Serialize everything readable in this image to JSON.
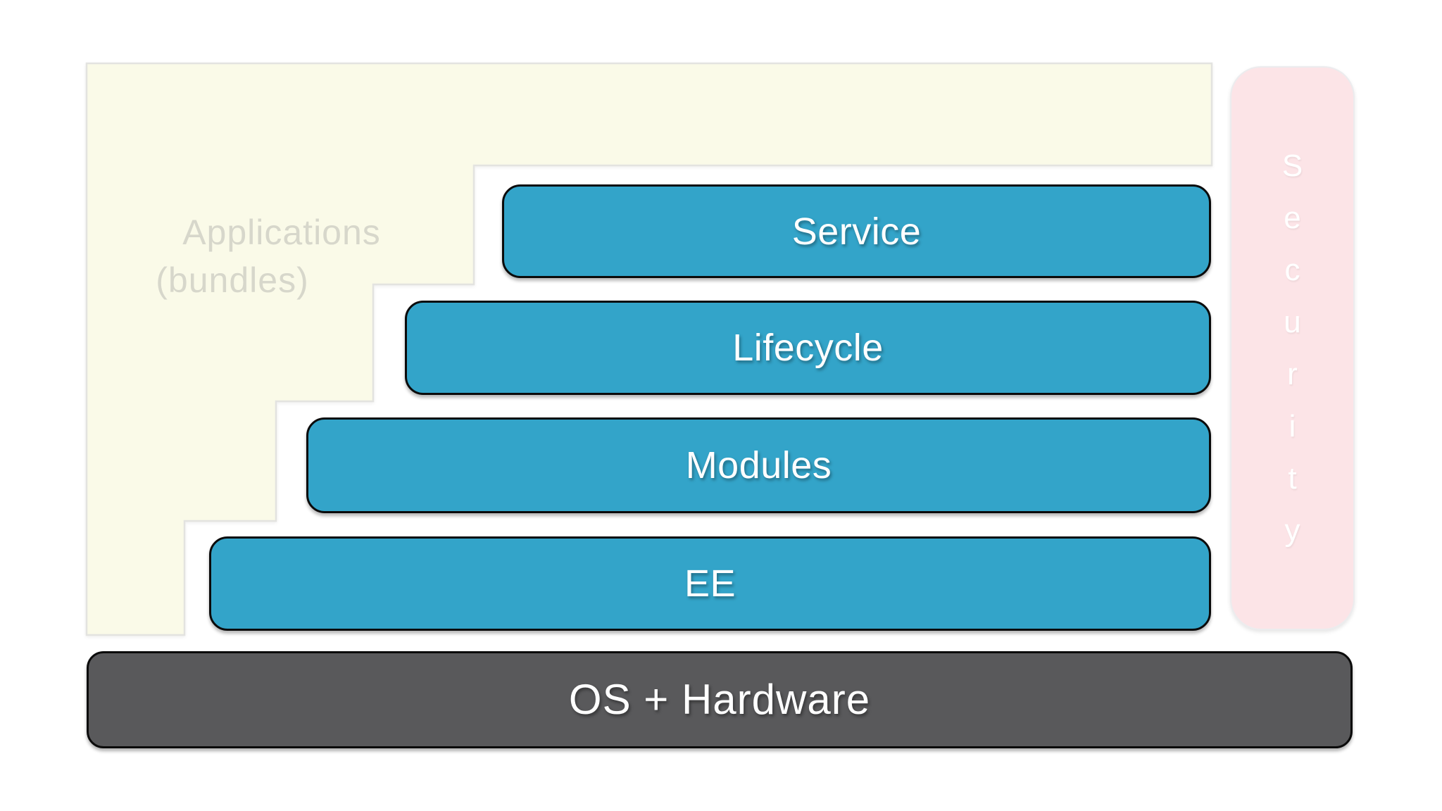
{
  "diagram": {
    "applications": {
      "line1": "Applications",
      "line2": "(bundles)"
    },
    "layers": [
      {
        "id": "service",
        "label": "Service"
      },
      {
        "id": "lifecycle",
        "label": "Lifecycle"
      },
      {
        "id": "modules",
        "label": "Modules"
      },
      {
        "id": "ee",
        "label": "EE"
      }
    ],
    "security": {
      "word": "Security",
      "letters": [
        "S",
        "e",
        "c",
        "u",
        "r",
        "i",
        "t",
        "y"
      ]
    },
    "base": {
      "label": "OS + Hardware"
    }
  },
  "colors": {
    "layer_blue": "#33A4C9",
    "layer_border": "#0B0B0B",
    "apps_bg": "#FAFAE8",
    "apps_border": "#E3E3E0",
    "apps_text": "#D7D7CB",
    "security_bg": "#FCE4E7",
    "security_border": "#ECECEE",
    "base_bg": "#59595B",
    "text_white": "#FFFFFF"
  }
}
